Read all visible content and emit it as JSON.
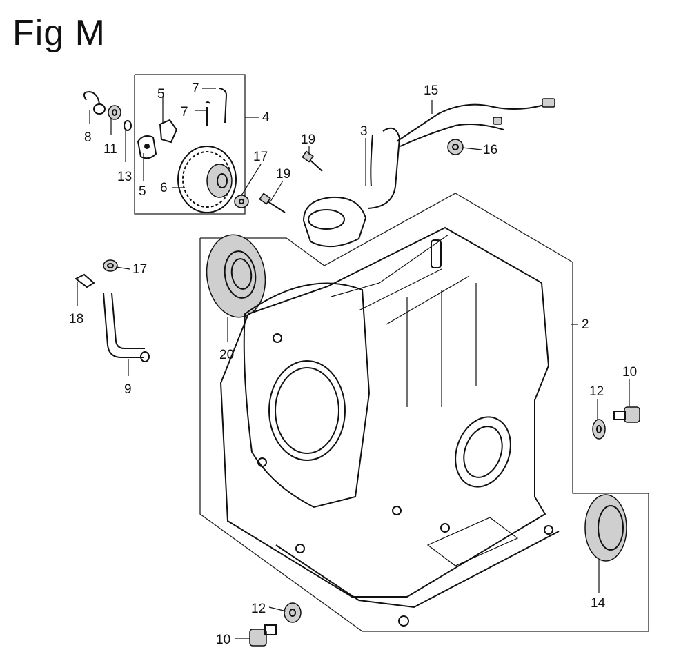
{
  "title": "Fig M",
  "callouts": [
    {
      "id": "c7a",
      "text": "7"
    },
    {
      "id": "c7b",
      "text": "7"
    },
    {
      "id": "c5a",
      "text": "5"
    },
    {
      "id": "c5b",
      "text": "5"
    },
    {
      "id": "c4",
      "text": "4"
    },
    {
      "id": "c8",
      "text": "8"
    },
    {
      "id": "c11",
      "text": "11"
    },
    {
      "id": "c13",
      "text": "13"
    },
    {
      "id": "c6",
      "text": "6"
    },
    {
      "id": "c17a",
      "text": "17"
    },
    {
      "id": "c15",
      "text": "15"
    },
    {
      "id": "c3",
      "text": "3"
    },
    {
      "id": "c19a",
      "text": "19"
    },
    {
      "id": "c19b",
      "text": "19"
    },
    {
      "id": "c16",
      "text": "16"
    },
    {
      "id": "c17b",
      "text": "17"
    },
    {
      "id": "c18",
      "text": "18"
    },
    {
      "id": "c9",
      "text": "9"
    },
    {
      "id": "c20",
      "text": "20"
    },
    {
      "id": "c2",
      "text": "2"
    },
    {
      "id": "c12a",
      "text": "12"
    },
    {
      "id": "c10a",
      "text": "10"
    },
    {
      "id": "c14",
      "text": "14"
    },
    {
      "id": "c12b",
      "text": "12"
    },
    {
      "id": "c10b",
      "text": "10"
    }
  ]
}
